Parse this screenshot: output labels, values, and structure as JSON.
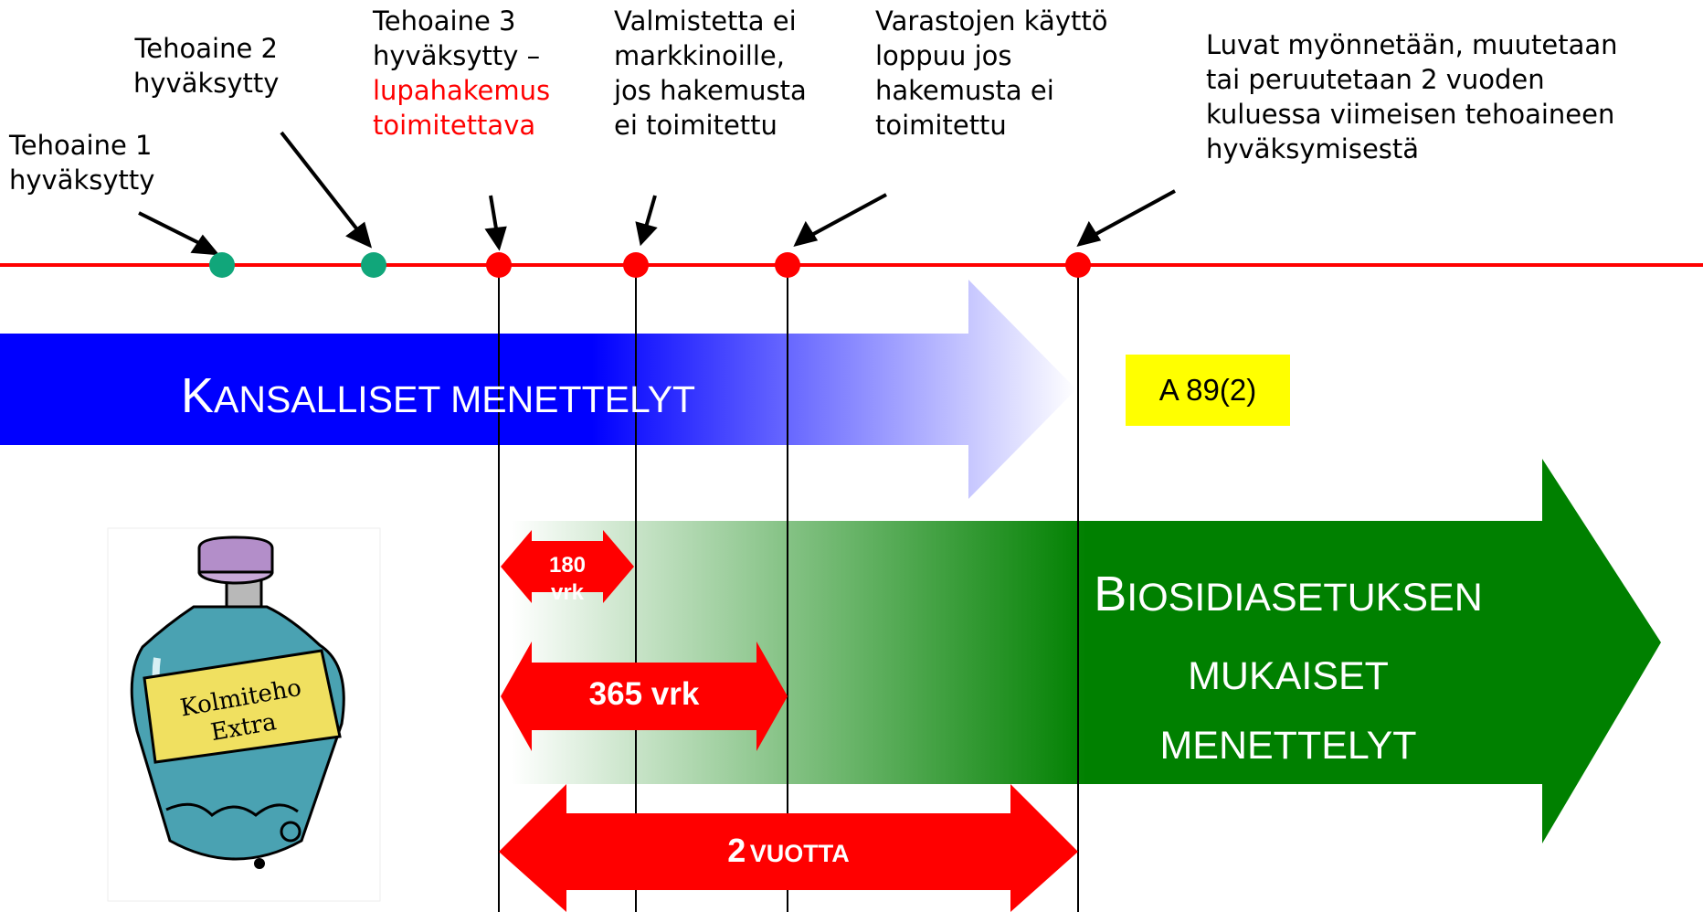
{
  "milestones": [
    {
      "id": 1,
      "lines": [
        "Tehoaine 1",
        "hyväksytty"
      ],
      "dot_color": "#11a67a"
    },
    {
      "id": 2,
      "lines": [
        "Tehoaine 2",
        "hyväksytty"
      ],
      "dot_color": "#11a67a"
    },
    {
      "id": 3,
      "lines": [
        "Tehoaine 3",
        "hyväksytty –"
      ],
      "red_lines": [
        "lupahakemus",
        "toimitettava"
      ],
      "dot_color": "#ff0000"
    },
    {
      "id": 4,
      "lines": [
        "Valmistetta ei",
        "markkinoille,",
        "jos hakemusta",
        "ei toimitettu"
      ],
      "dot_color": "#ff0000"
    },
    {
      "id": 5,
      "lines": [
        "Varastojen käyttö",
        "loppuu jos",
        "hakemusta ei",
        "toimitettu"
      ],
      "dot_color": "#ff0000"
    },
    {
      "id": 6,
      "lines": [
        "Luvat myönnetään, muutetaan",
        "tai peruutetaan 2 vuoden",
        "kuluessa viimeisen tehoaineen",
        "hyväksymisestä"
      ],
      "dot_color": "#ff0000"
    }
  ],
  "national": {
    "first": "K",
    "rest": "ANSALLISET MENETTELYT",
    "color": "#0000ff"
  },
  "reference_badge": "A 89(2)",
  "biocide": {
    "line1_first": "B",
    "line1_rest": "IOSIDIASETUKSEN",
    "line2": "MUKAISET",
    "line3": "MENETTELYT",
    "color": "#008000"
  },
  "periods": {
    "p180": [
      "180",
      "vrk"
    ],
    "p365": "365 vrk",
    "p2y_num": "2",
    "p2y_word": "VUOTTA"
  },
  "bottle": {
    "label_line1": "Kolmiteho",
    "label_line2": "Extra"
  },
  "colors": {
    "timeline": "#ff0000",
    "period_arrow": "#ff0000",
    "badge": "#ffff00"
  }
}
